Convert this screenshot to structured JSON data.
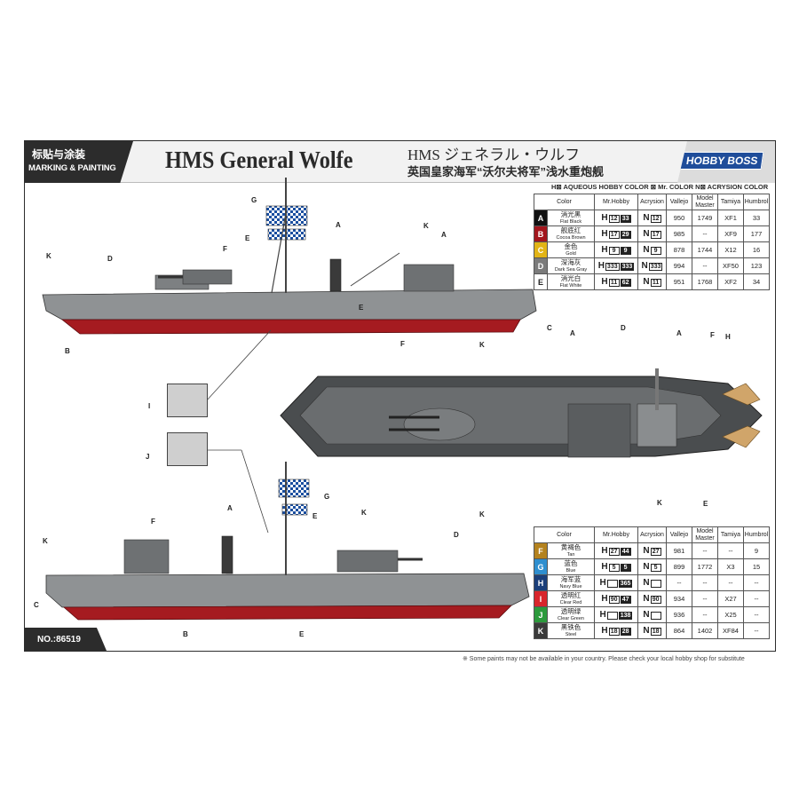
{
  "header": {
    "badge_cn": "标贴与涂装",
    "badge_en": "MARKING & PAINTING",
    "title": "HMS General Wolfe",
    "title_jp": "HMS ジェネラル・ウルフ",
    "title_cn": "英国皇家海军“沃尔夫将军”浅水重炮舰",
    "logo": "HOBBY BOSS"
  },
  "footer": {
    "number": "NO.:86519",
    "note": "※ Some paints may not be available in your country. Please check your local hobby shop for substitute"
  },
  "legend_top": {
    "caption": "H⊠ AQUEOUS HOBBY COLOR  ⊠ Mr. COLOR  N⊠ ACRYSION COLOR",
    "headers": [
      "Color",
      "Mr.Hobby",
      "Acrysion",
      "Vallejo",
      "Model Master",
      "Tamiya",
      "Humbrol"
    ],
    "rows": [
      {
        "code": "A",
        "swatch": "#111111",
        "cn": "消光黑",
        "en": "Flat Black",
        "h1": "12",
        "h2": "33",
        "n": "12",
        "vallejo": "950",
        "mm": "1749",
        "tamiya": "XF1",
        "humbrol": "33"
      },
      {
        "code": "B",
        "swatch": "#a3161d",
        "cn": "舰底红",
        "en": "Cocoa Brown",
        "h1": "17",
        "h2": "29",
        "n": "17",
        "vallejo": "985",
        "mm": "--",
        "tamiya": "XF9",
        "humbrol": "177"
      },
      {
        "code": "C",
        "swatch": "#e2b416",
        "cn": "金色",
        "en": "Gold",
        "h1": "9",
        "h2": "9",
        "n": "9",
        "vallejo": "878",
        "mm": "1744",
        "tamiya": "X12",
        "humbrol": "16"
      },
      {
        "code": "D",
        "swatch": "#7b7b7b",
        "cn": "深海灰",
        "en": "Dark Sea Gray",
        "h1": "333",
        "h2": "333",
        "n": "333",
        "vallejo": "994",
        "mm": "--",
        "tamiya": "XF50",
        "humbrol": "123"
      },
      {
        "code": "E",
        "swatch": "#ffffff",
        "cn": "消光白",
        "en": "Flat White",
        "h1": "11",
        "h2": "62",
        "n": "11",
        "vallejo": "951",
        "mm": "1768",
        "tamiya": "XF2",
        "humbrol": "34"
      }
    ]
  },
  "legend_bottom": {
    "headers": [
      "Color",
      "Mr.Hobby",
      "Acrysion",
      "Vallejo",
      "Model Master",
      "Tamiya",
      "Humbrol"
    ],
    "rows": [
      {
        "code": "F",
        "swatch": "#b4821e",
        "cn": "黄褐色",
        "en": "Tan",
        "h1": "27",
        "h2": "44",
        "n": "27",
        "vallejo": "981",
        "mm": "--",
        "tamiya": "--",
        "humbrol": "9"
      },
      {
        "code": "G",
        "swatch": "#2f8fcf",
        "cn": "蓝色",
        "en": "Blue",
        "h1": "5",
        "h2": "5",
        "n": "5",
        "vallejo": "899",
        "mm": "1772",
        "tamiya": "X3",
        "humbrol": "15"
      },
      {
        "code": "H",
        "swatch": "#1b3f7a",
        "cn": "海军蓝",
        "en": "Navy Blue",
        "h1": "",
        "h2": "365",
        "n": "",
        "vallejo": "--",
        "mm": "--",
        "tamiya": "--",
        "humbrol": "--"
      },
      {
        "code": "I",
        "swatch": "#d8262c",
        "cn": "透明红",
        "en": "Clear Red",
        "h1": "90",
        "h2": "47",
        "n": "90",
        "vallejo": "934",
        "mm": "--",
        "tamiya": "X27",
        "humbrol": "--"
      },
      {
        "code": "J",
        "swatch": "#2c9a3c",
        "cn": "透明绿",
        "en": "Clear Green",
        "h1": "",
        "h2": "138",
        "n": "",
        "vallejo": "936",
        "mm": "--",
        "tamiya": "X25",
        "humbrol": "--"
      },
      {
        "code": "K",
        "swatch": "#3a3a3a",
        "cn": "黑铁色",
        "en": "Steel",
        "h1": "18",
        "h2": "28",
        "n": "18",
        "vallejo": "864",
        "mm": "1402",
        "tamiya": "XF84",
        "humbrol": "--"
      }
    ]
  },
  "callouts": {
    "G1": "G",
    "E1": "E",
    "A1": "A",
    "K1": "K",
    "A2": "A",
    "K2": "K",
    "D1": "D",
    "F1": "F",
    "E2": "E",
    "B1": "B",
    "C1": "C",
    "F2": "F",
    "K3": "K",
    "A3": "A",
    "D2": "D",
    "A4": "A",
    "F3": "F",
    "H1": "H",
    "K4": "K",
    "E3": "E",
    "K5": "K",
    "I1": "I",
    "J1": "J",
    "G2": "G",
    "E4": "E",
    "A5": "A",
    "F4": "F",
    "K6": "K",
    "K7": "K",
    "E5": "E",
    "D3": "D",
    "C2": "C",
    "B2": "B"
  }
}
